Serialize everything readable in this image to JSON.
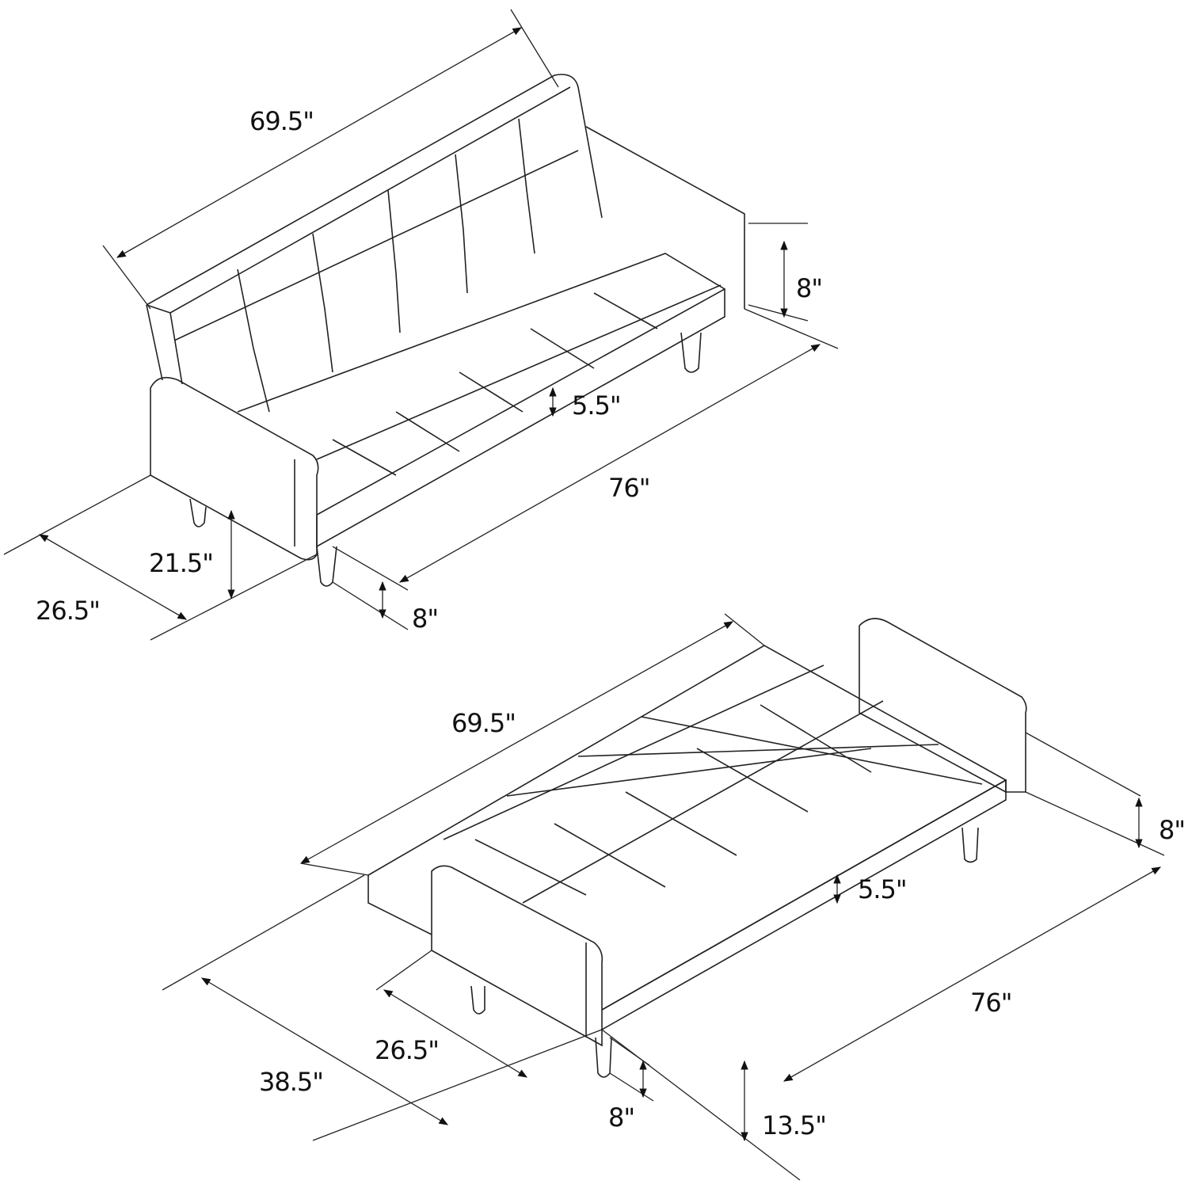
{
  "diagram": {
    "subject": "Futon sofa dimensions",
    "views": [
      {
        "name": "upright",
        "labels": {
          "width_back": "69.5\"",
          "arm_height": "8\"",
          "seat_cushion": "5.5\"",
          "overall_width": "76\"",
          "seat_height": "21.5\"",
          "depth": "26.5\"",
          "leg_height": "8\""
        }
      },
      {
        "name": "flat-bed",
        "labels": {
          "bed_width": "69.5\"",
          "arm_height": "8\"",
          "cushion": "5.5\"",
          "overall_width": "76\"",
          "sofa_depth": "26.5\"",
          "bed_depth": "38.5\"",
          "leg_height": "8\"",
          "bed_height": "13.5\""
        }
      }
    ]
  }
}
